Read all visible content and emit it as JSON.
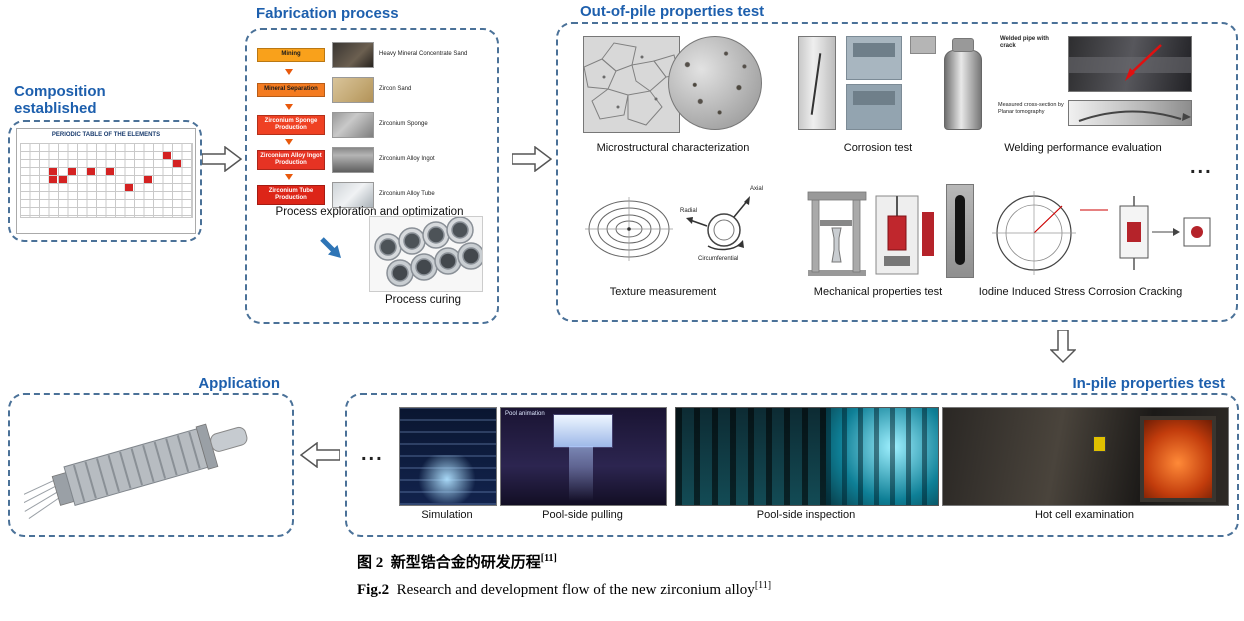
{
  "colors": {
    "accent_blue": "#1d5fad",
    "box_border_blue": "#4a7198",
    "arrow_blue": "#2e75b6",
    "flow_orange": "#f9a11b",
    "flow_red": "#dd2518",
    "highlight_red": "#d42222"
  },
  "composition": {
    "title": "Composition established",
    "periodic_table_title": "PERIODIC TABLE OF THE ELEMENTS"
  },
  "fabrication": {
    "title": "Fabrication process",
    "steps": [
      {
        "label": "Mining",
        "img_label": "Heavy Mineral Concentrate Sand"
      },
      {
        "label": "Mineral Separation",
        "img_label": "Zircon Sand"
      },
      {
        "label": "Zirconium Sponge Production",
        "img_label": "Zirconium Sponge"
      },
      {
        "label": "Zirconium Alloy Ingot Production",
        "img_label": "Zirconium Alloy Ingot"
      },
      {
        "label": "Zirconium Tube Production",
        "img_label": "Zirconium Alloy Tube"
      }
    ],
    "exploration_label": "Process exploration and optimization",
    "curing_label": "Process curing"
  },
  "out_of_pile": {
    "title": "Out-of-pile properties test",
    "ellipsis": "...",
    "microstructure_label": "Microstructural characterization",
    "corrosion_label": "Corrosion test",
    "welding_label": "Welding performance evaluation",
    "welding_note_top": "Welded pipe with crack",
    "welding_note_bottom": "Measured cross-section by Planar tomography",
    "texture_label": "Texture measurement",
    "texture_axial": "Axial",
    "texture_radial": "Radial",
    "texture_circumferential": "Circumferential",
    "mechanical_label": "Mechanical properties test",
    "iscc_label": "Iodine Induced Stress Corrosion Cracking"
  },
  "in_pile": {
    "title": "In-pile properties test",
    "ellipsis": "...",
    "pool_animation_note": "Pool animation",
    "simulation_label": "Simulation",
    "pulling_label": "Pool-side pulling",
    "inspection_label": "Pool-side inspection",
    "hotcell_label": "Hot cell examination"
  },
  "application": {
    "title": "Application"
  },
  "caption": {
    "zh_label": "图 2",
    "zh_text": "新型锆合金的研发历程",
    "zh_ref": "[11]",
    "en_label": "Fig.2",
    "en_text": "Research and development flow of the new zirconium alloy",
    "en_ref": "[11]"
  }
}
